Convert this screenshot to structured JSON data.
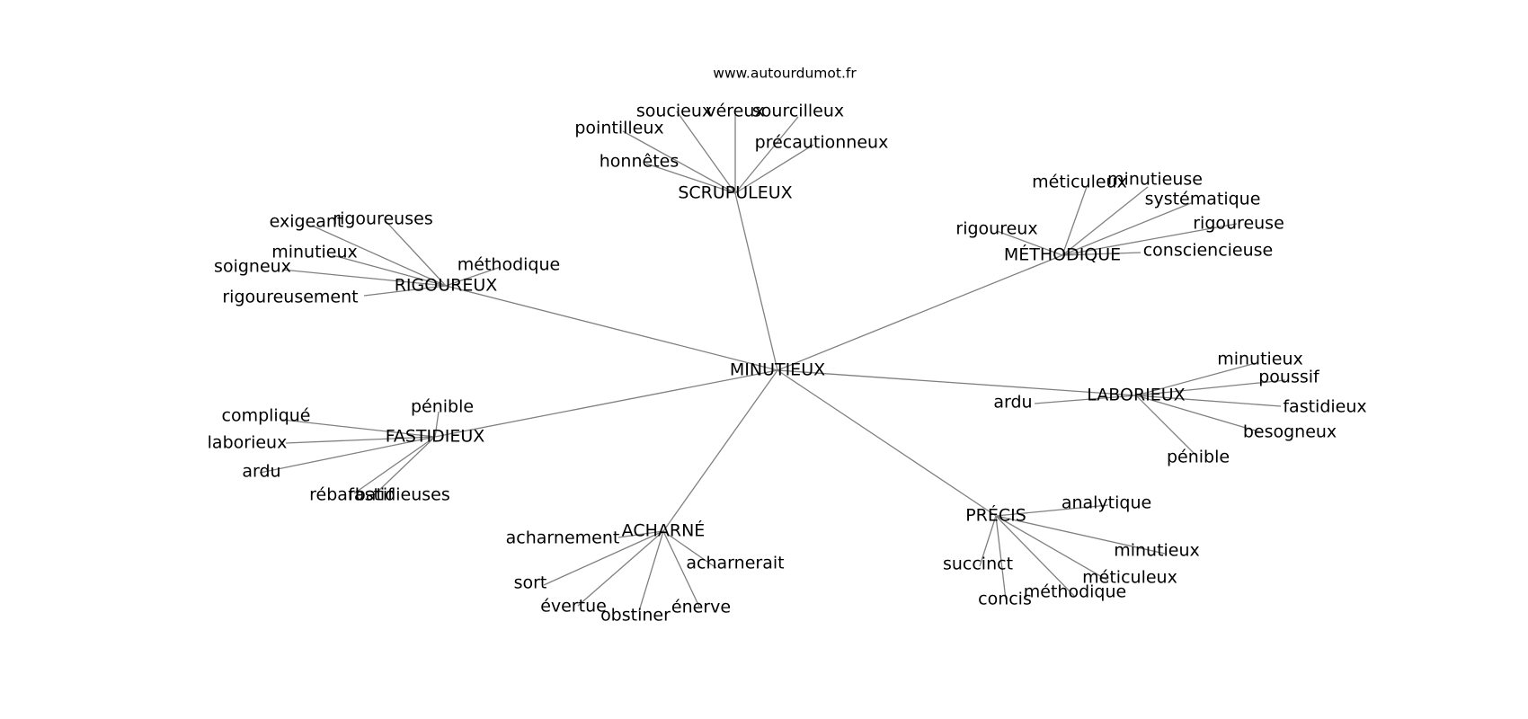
{
  "source": "www.autourdumot.fr",
  "center": "MINUTIEUX",
  "clusters": [
    {
      "word": "SCRUPULEUX",
      "related": [
        "soucieux",
        "véreux",
        "sourcilleux",
        "pointilleux",
        "précautionneux",
        "honnêtes"
      ]
    },
    {
      "word": "MÉTHODIQUE",
      "related": [
        "méticuleux",
        "minutieuse",
        "systématique",
        "rigoureux",
        "rigoureuse",
        "consciencieuse"
      ]
    },
    {
      "word": "RIGOUREUX",
      "related": [
        "exigeant",
        "rigoureuses",
        "minutieux",
        "méthodique",
        "soigneux",
        "rigoureusement"
      ]
    },
    {
      "word": "LABORIEUX",
      "related": [
        "minutieux",
        "poussif",
        "ardu",
        "fastidieux",
        "besogneux",
        "pénible"
      ]
    },
    {
      "word": "FASTIDIEUX",
      "related": [
        "pénible",
        "compliqué",
        "laborieux",
        "ardu",
        "rébarbatif",
        "fastidieuses"
      ]
    },
    {
      "word": "PRÉCIS",
      "related": [
        "analytique",
        "minutieux",
        "succinct",
        "méticuleux",
        "méthodique",
        "concis"
      ]
    },
    {
      "word": "ACHARNÉ",
      "related": [
        "acharnement",
        "acharnerait",
        "sort",
        "évertue",
        "obstiner",
        "énerve"
      ]
    }
  ]
}
